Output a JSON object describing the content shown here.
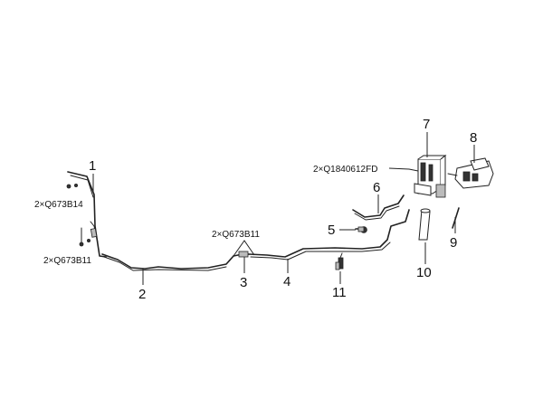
{
  "callouts": {
    "c1": "1",
    "c2": "2",
    "c3": "3",
    "c4": "4",
    "c5": "5",
    "c6": "6",
    "c7": "7",
    "c8": "8",
    "c9": "9",
    "c10": "10",
    "c11": "11"
  },
  "fasteners": {
    "f_q673b14": "2×Q673B14",
    "f_q673b11_left": "2×Q673B11",
    "f_q673b11_mid": "2×Q673B11",
    "f_q1840612fd": "2×Q1840612FD"
  }
}
